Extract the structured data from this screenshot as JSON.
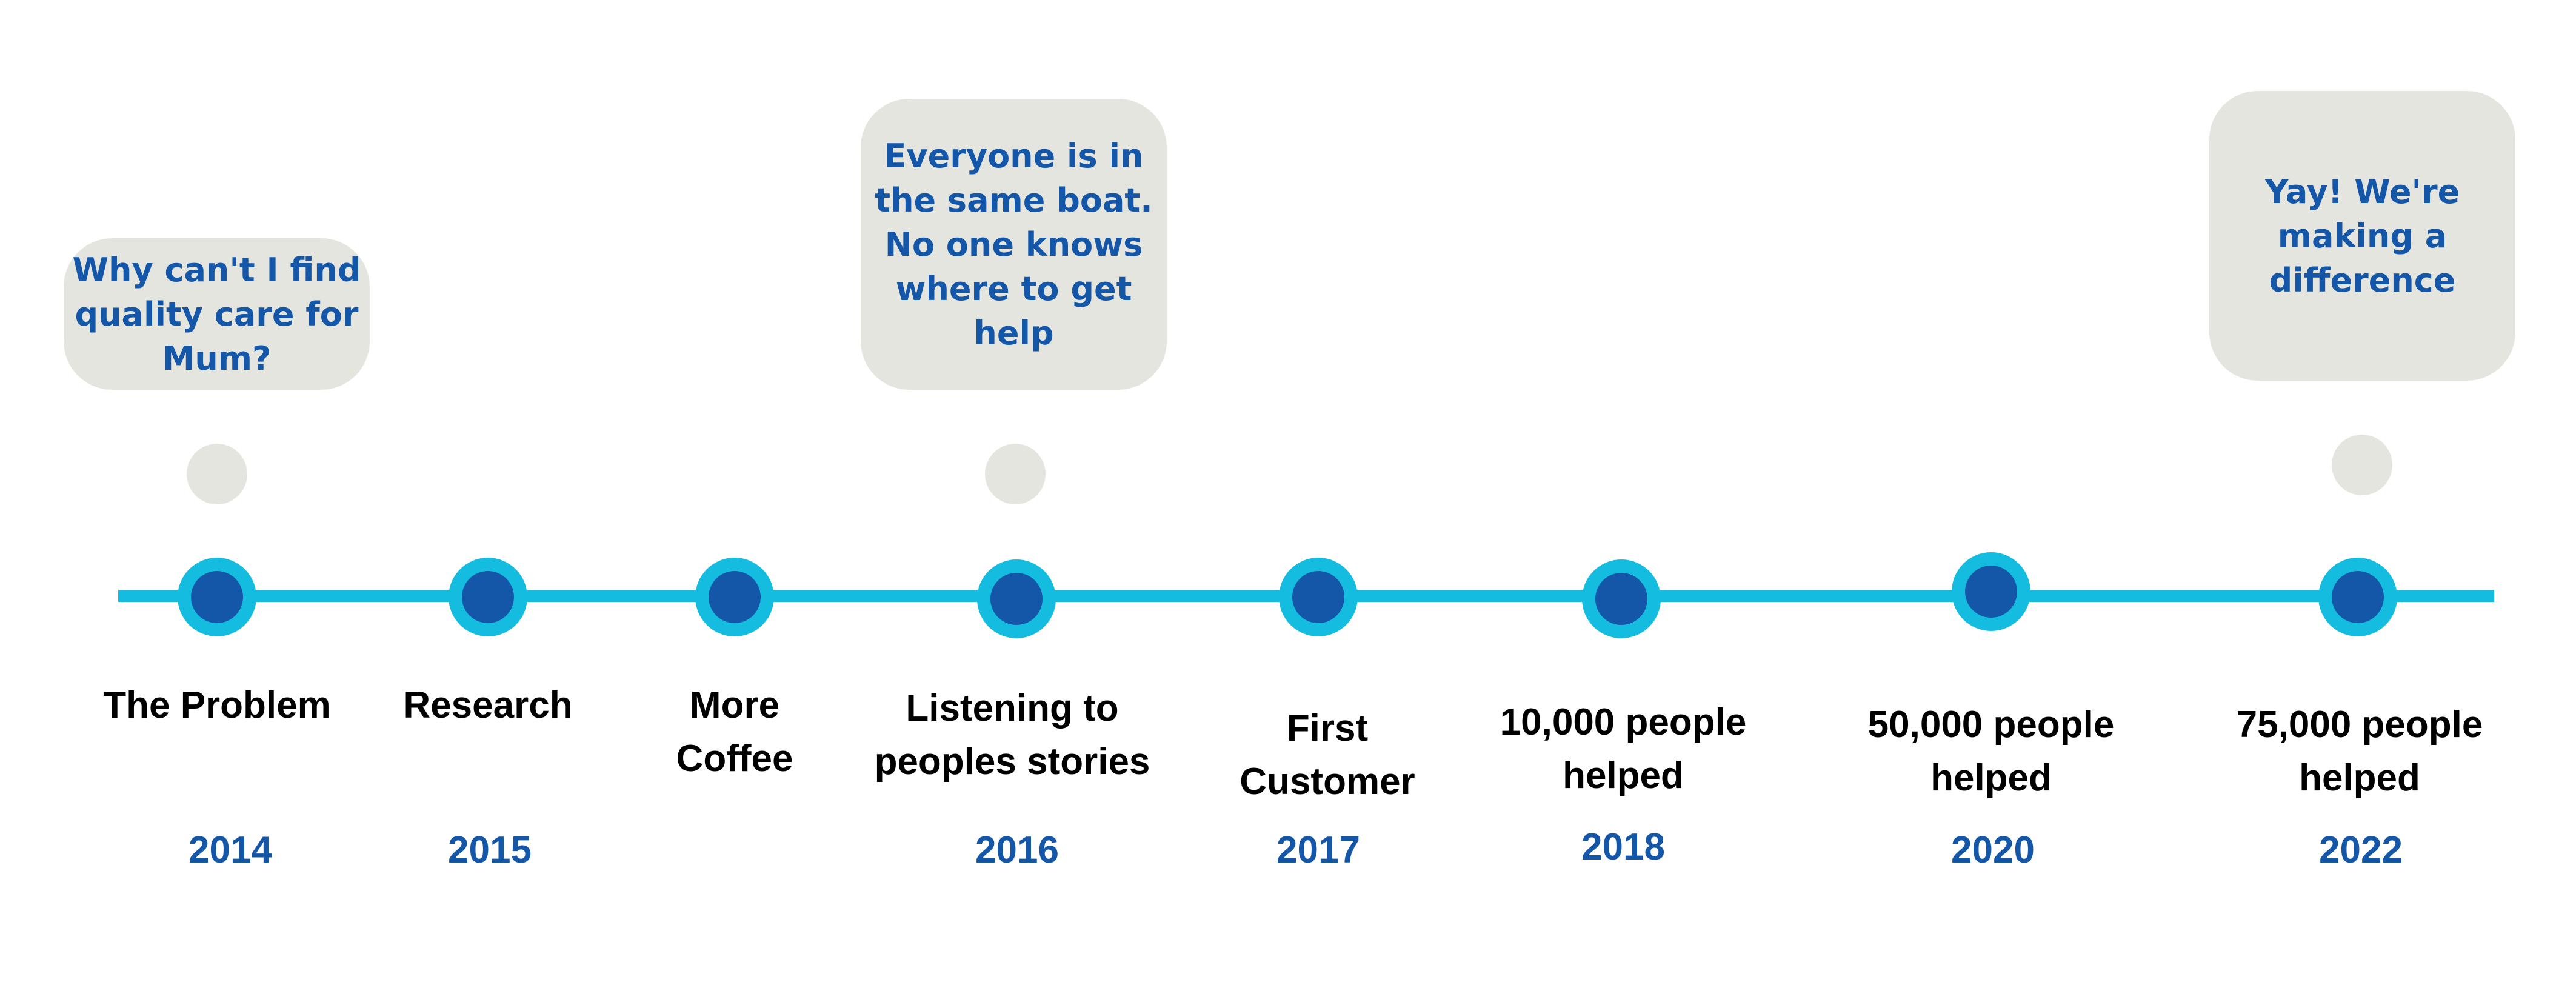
{
  "colors": {
    "line": "#14bde0",
    "node_outer": "#14bde0",
    "node_inner": "#1456a8",
    "bubble_bg": "#e5e5e0",
    "bubble_text": "#1456a8",
    "label_text": "#000000",
    "year_text": "#1456a8"
  },
  "bubbles": [
    {
      "text": "Why can't I find quality care for Mum?"
    },
    {
      "text": "Everyone is in the same boat. No one knows where to get help"
    },
    {
      "text": "Yay! We're making a difference"
    }
  ],
  "milestones": [
    {
      "label": "The Problem",
      "year": "2014"
    },
    {
      "label": "Research",
      "year": "2015"
    },
    {
      "label": "More Coffee",
      "year": ""
    },
    {
      "label": "Listening to peoples stories",
      "year": "2016"
    },
    {
      "label": "First Customer",
      "year": "2017"
    },
    {
      "label": "10,000 people helped",
      "year": "2018"
    },
    {
      "label": "50,000 people helped",
      "year": "2020"
    },
    {
      "label": "75,000 people helped",
      "year": "2022"
    }
  ]
}
